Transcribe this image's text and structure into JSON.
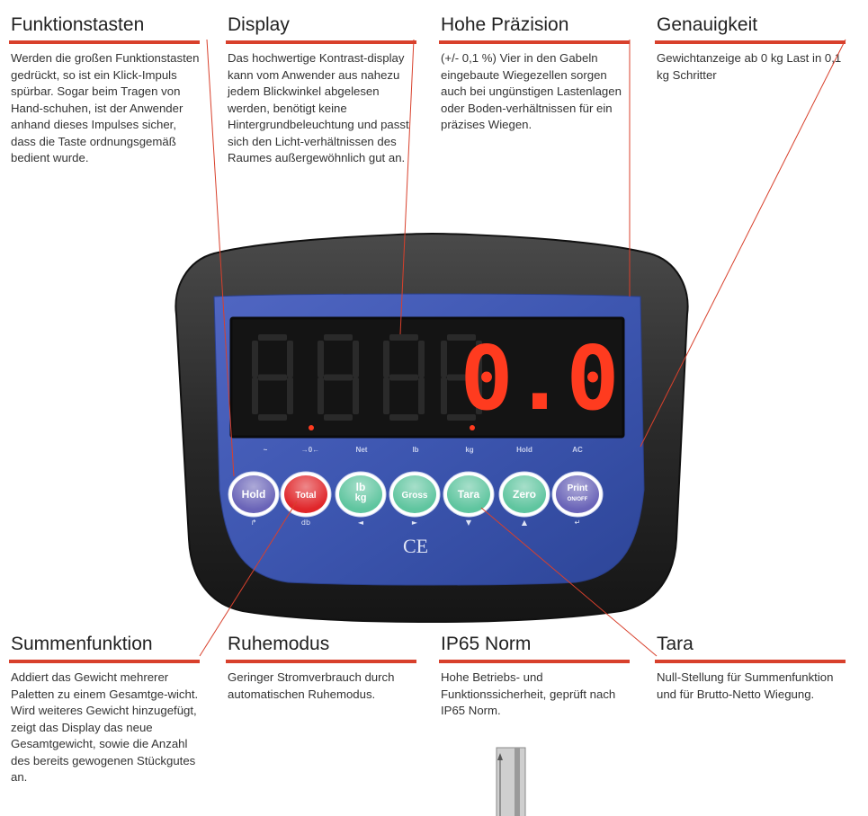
{
  "features": [
    {
      "id": "funktionstasten",
      "title": "Funktionstasten",
      "text": "Werden die großen Funktionstasten gedrückt, so ist ein Klick-Impuls spürbar. Sogar beim Tragen von Hand-schuhen, ist der Anwender anhand dieses Impulses sicher, dass die Taste ordnungsgemäß bedient wurde."
    },
    {
      "id": "display",
      "title": "Display",
      "text": "Das hochwertige Kontrast-display kann vom Anwender aus nahezu jedem Blickwinkel abgelesen werden, benötigt keine Hintergrundbeleuchtung und passt sich den Licht-verhältnissen des Raumes außergewöhnlich gut an."
    },
    {
      "id": "praezision",
      "title": "Hohe Präzision",
      "text": "(+/- 0,1 %) Vier in den Gabeln eingebaute Wiegezellen sorgen auch bei ungünstigen Lastenlagen oder Boden-verhältnissen für ein präzises Wiegen."
    },
    {
      "id": "genauigkeit",
      "title": "Genauigkeit",
      "text": "Gewichtanzeige ab 0 kg Last in 0,1 kg Schritter"
    },
    {
      "id": "summenfunktion",
      "title": "Summenfunktion",
      "text": "Addiert das Gewicht mehrerer Paletten zu einem Gesamtge-wicht. Wird weiteres Gewicht hinzugefügt, zeigt das Display das neue Gesamtgewicht, sowie die Anzahl des bereits gewogenen Stückgutes an."
    },
    {
      "id": "ruhemodus",
      "title": "Ruhemodus",
      "text": "Geringer Stromverbrauch durch automatischen Ruhemodus."
    },
    {
      "id": "ip65",
      "title": "IP65 Norm",
      "text": "Hohe Betriebs- und Funktionssicherheit, geprüft nach IP65 Norm."
    },
    {
      "id": "tara",
      "title": "Tara",
      "text": "Null-Stellung für Summenfunktion und für Brutto-Netto Wiegung."
    }
  ],
  "device": {
    "reading": "0.0",
    "indicators": [
      "~",
      "→0←",
      "Net",
      "lb",
      "kg",
      "Hold",
      "AC"
    ],
    "buttons": [
      {
        "label": "Hold",
        "sub": "",
        "glyph": "↱",
        "color": "#6a64b8"
      },
      {
        "label": "Total",
        "sub": "",
        "glyph": "db",
        "color": "#e0262a"
      },
      {
        "label": "lb",
        "sub": "kg",
        "glyph": "◄",
        "color": "#5fc59f"
      },
      {
        "label": "Gross",
        "sub": "",
        "glyph": "►",
        "color": "#5fc59f"
      },
      {
        "label": "Tara",
        "sub": "",
        "glyph": "▼",
        "color": "#5fc59f"
      },
      {
        "label": "Zero",
        "sub": "",
        "glyph": "▲",
        "color": "#5fc59f"
      },
      {
        "label": "Print",
        "sub": "ON/OFF",
        "glyph": "↵",
        "color": "#6a64b8"
      }
    ],
    "mark": "CE"
  },
  "colors": {
    "accent": "#d8402c",
    "panel": "#3d56b0",
    "housing": "#2b2b2b",
    "segment": "#ff3b1f"
  }
}
